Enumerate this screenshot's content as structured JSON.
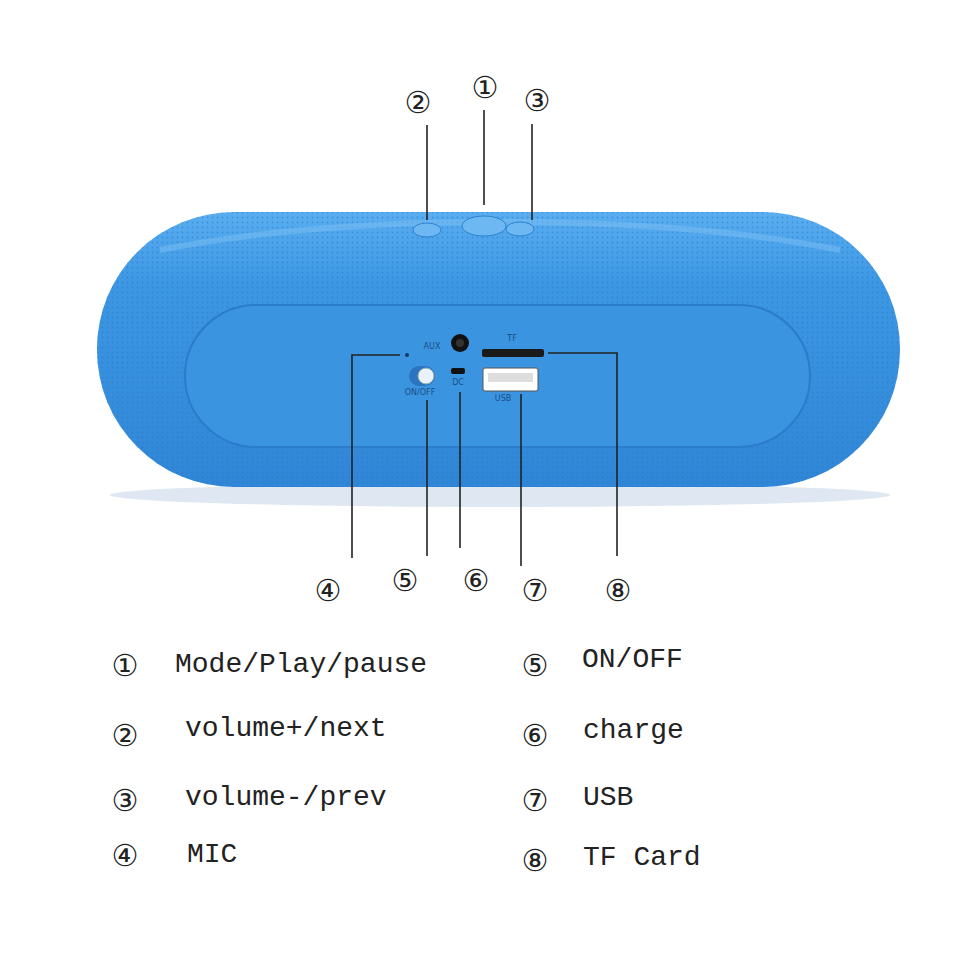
{
  "diagram": {
    "labels": [
      "①",
      "②",
      "③",
      "AUX",
      "TF",
      "DC",
      "ON/OFF",
      "USB",
      "④",
      "⑤",
      "⑥",
      "⑦",
      "⑧",
      "①",
      "Mode/Play/pause",
      "②",
      "volume+/next",
      "③",
      "volume-/prev",
      "④",
      "MIC",
      "⑤",
      "ON/OFF",
      "⑥",
      "charge",
      "⑦",
      "USB",
      "⑧",
      "TF Card"
    ]
  }
}
